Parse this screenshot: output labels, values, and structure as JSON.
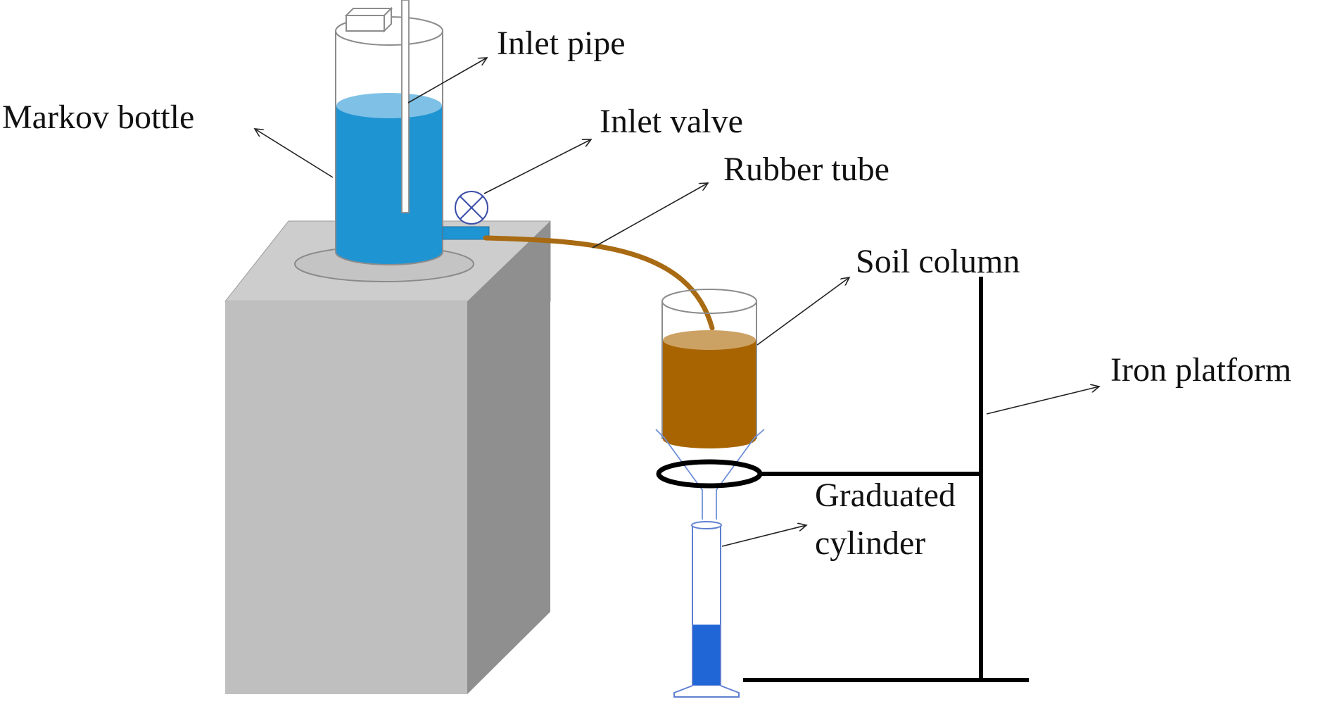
{
  "labels": {
    "markov_bottle": "Markov bottle",
    "inlet_pipe": "Inlet pipe",
    "inlet_valve": "Inlet valve",
    "rubber_tube": "Rubber tube",
    "soil_column": "Soil column",
    "iron_platform": "Iron platform",
    "graduated_cylinder_line1": "Graduated",
    "graduated_cylinder_line2": "cylinder"
  },
  "colors": {
    "water": "#1f94d2",
    "water_surface": "#7fc1e6",
    "soil": "#a86400",
    "soil_surface": "#cca264",
    "rubber_tube": "#a86a12",
    "stand_front": "#bfbfbf",
    "stand_top": "#cdcdcd",
    "stand_side": "#8f8f8f",
    "glass_outline": "#8c8c8c",
    "funnel": "#6f8fd8",
    "cylinder_outline": "#5f7fd0",
    "collected_water": "#2166d6",
    "iron": "#000000"
  },
  "cylinder_fill_fraction": 0.38
}
